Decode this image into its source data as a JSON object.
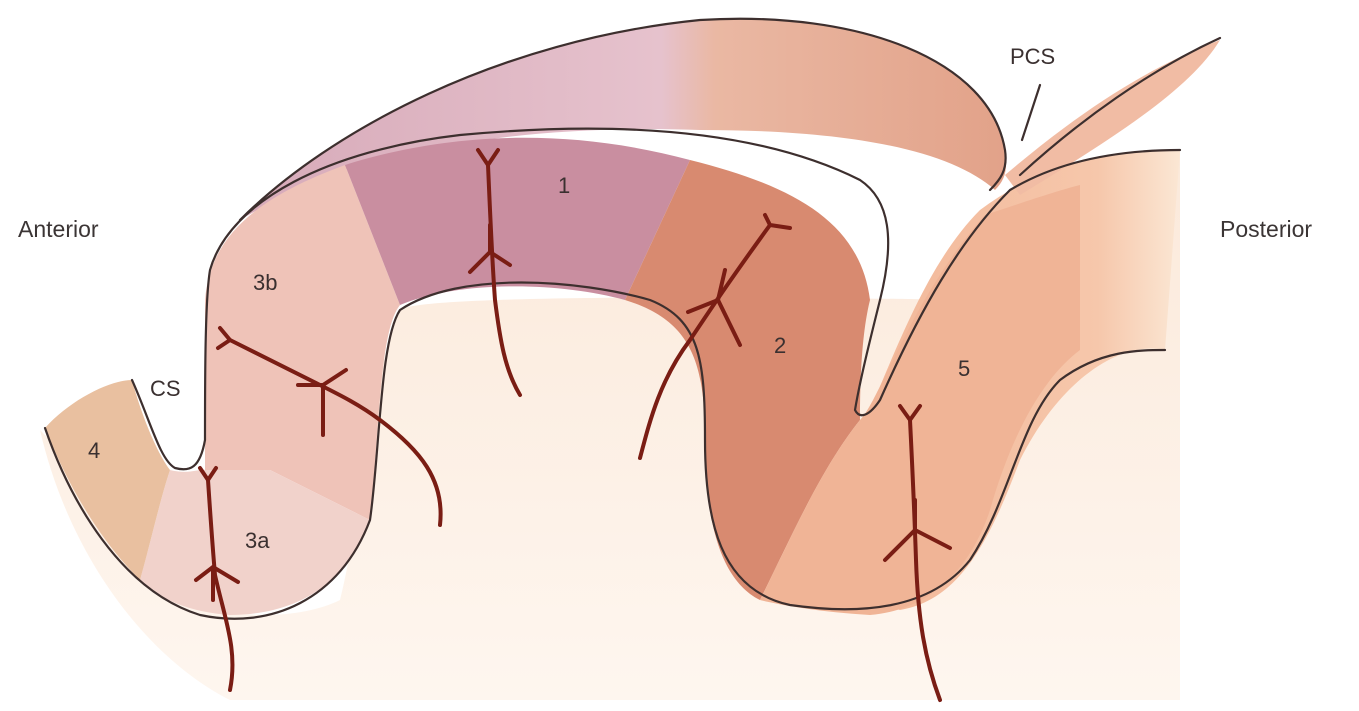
{
  "labels": {
    "anterior": "Anterior",
    "posterior": "Posterior",
    "pcs": "PCS",
    "cs": "CS",
    "area_1": "1",
    "area_2": "2",
    "area_3a": "3a",
    "area_3b": "3b",
    "area_4": "4",
    "area_5": "5"
  },
  "colors": {
    "white_matter": "#fbe7d6",
    "area_1": "#c98ea0",
    "area_1_surface": "#dcb0bf",
    "area_2": "#d88a70",
    "area_2_surface": "#e9b59c",
    "area_3a": "#f1d2cb",
    "area_3b": "#efc3b8",
    "area_4": "#e9c0a0",
    "area_5": "#f0b496",
    "area_5_surface": "#f4c8aa",
    "neuron": "#7a1d14",
    "outline": "#3d2f2e"
  }
}
